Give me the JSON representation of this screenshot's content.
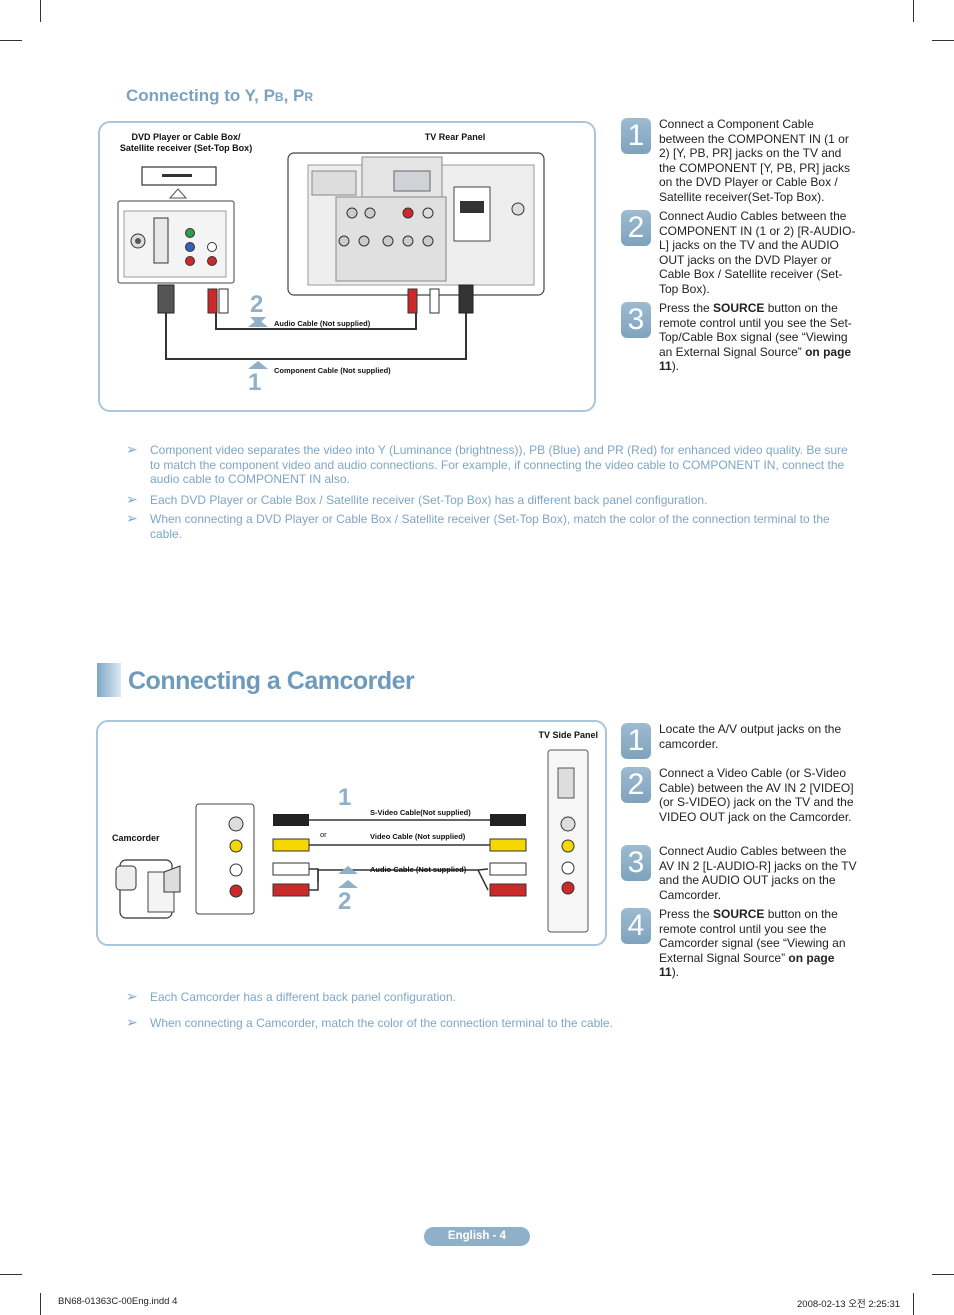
{
  "section1": {
    "title_main": "Connecting to Y, P",
    "title_sub1": "B",
    "title_sep": ", P",
    "title_sub2": "R",
    "diagram": {
      "dvd_label_line1": "DVD Player or Cable Box/",
      "dvd_label_line2": "Satellite receiver (Set-Top Box)",
      "tv_label": "TV Rear Panel",
      "audio_cable": "Audio Cable (Not supplied)",
      "component_cable": "Component Cable (Not supplied)",
      "num1": "1",
      "num2": "2"
    },
    "steps": [
      {
        "num": "1",
        "text": "Connect a Component Cable between the COMPONENT IN (1 or 2) [Y, PB, PR] jacks on the TV and the COMPONENT [Y, PB, PR] jacks on the DVD Player or Cable Box / Satellite receiver(Set-Top Box)."
      },
      {
        "num": "2",
        "text": "Connect Audio Cables between the COMPONENT IN (1 or 2) [R-AUDIO-L] jacks on the TV and the AUDIO OUT jacks on the DVD Player or Cable Box / Satellite receiver (Set-Top Box)."
      },
      {
        "num": "3",
        "pre": "Press the ",
        "bold1": "SOURCE",
        "mid": " button on the remote control until you see the Set-Top/Cable Box signal (see “Viewing an External Signal Source” ",
        "bold2": "on page 11",
        "post": ")."
      }
    ],
    "notes": [
      "Component video separates the video into Y (Luminance (brightness)), PB (Blue) and PR (Red) for enhanced video quality. Be sure to match the component video and audio connections. For example, if connecting the video cable to COMPONENT IN, connect the audio cable to COMPONENT IN also.",
      "Each DVD Player or Cable Box / Satellite receiver (Set-Top Box) has a different back panel configuration.",
      "When connecting a DVD Player or Cable Box / Satellite receiver (Set-Top Box), match the color of the connection terminal to the cable."
    ]
  },
  "section2": {
    "title": "Connecting a Camcorder",
    "diagram": {
      "tv_label": "TV Side Panel",
      "camcorder_label": "Camcorder",
      "svideo_cable": "S-Video Cable(Not supplied)",
      "video_cable": "Video Cable (Not supplied)",
      "audio_cable": "Audio Cable (Not supplied)",
      "or": "or",
      "num1": "1",
      "num2": "2"
    },
    "steps": [
      {
        "num": "1",
        "text": "Locate the A/V output jacks on the camcorder."
      },
      {
        "num": "2",
        "text": "Connect a Video Cable (or S-Video Cable) between the AV IN 2 [VIDEO] (or S-VIDEO) jack on the TV and the VIDEO OUT jack on the Camcorder."
      },
      {
        "num": "3",
        "text": "Connect Audio Cables between the AV IN 2 [L-AUDIO-R] jacks on the TV and the AUDIO OUT jacks on the Camcorder."
      },
      {
        "num": "4",
        "pre": "Press the ",
        "bold1": "SOURCE",
        "mid": " button on the remote control until you see the Camcorder signal (see “Viewing an External Signal Source” ",
        "bold2": "on page 11",
        "post": ")."
      }
    ],
    "notes": [
      "Each Camcorder has a different back panel configuration.",
      "When connecting a Camcorder, match the color of the connection terminal to the cable."
    ]
  },
  "footer": {
    "page_label": "English - 4",
    "file": "BN68-01363C-00Eng.indd   4",
    "date": "2008-02-13   오전 2:25:31"
  },
  "colors": {
    "accent": "#7aa3c2",
    "panel_border": "#a9c6dc",
    "note_text": "#7ea6c6"
  }
}
